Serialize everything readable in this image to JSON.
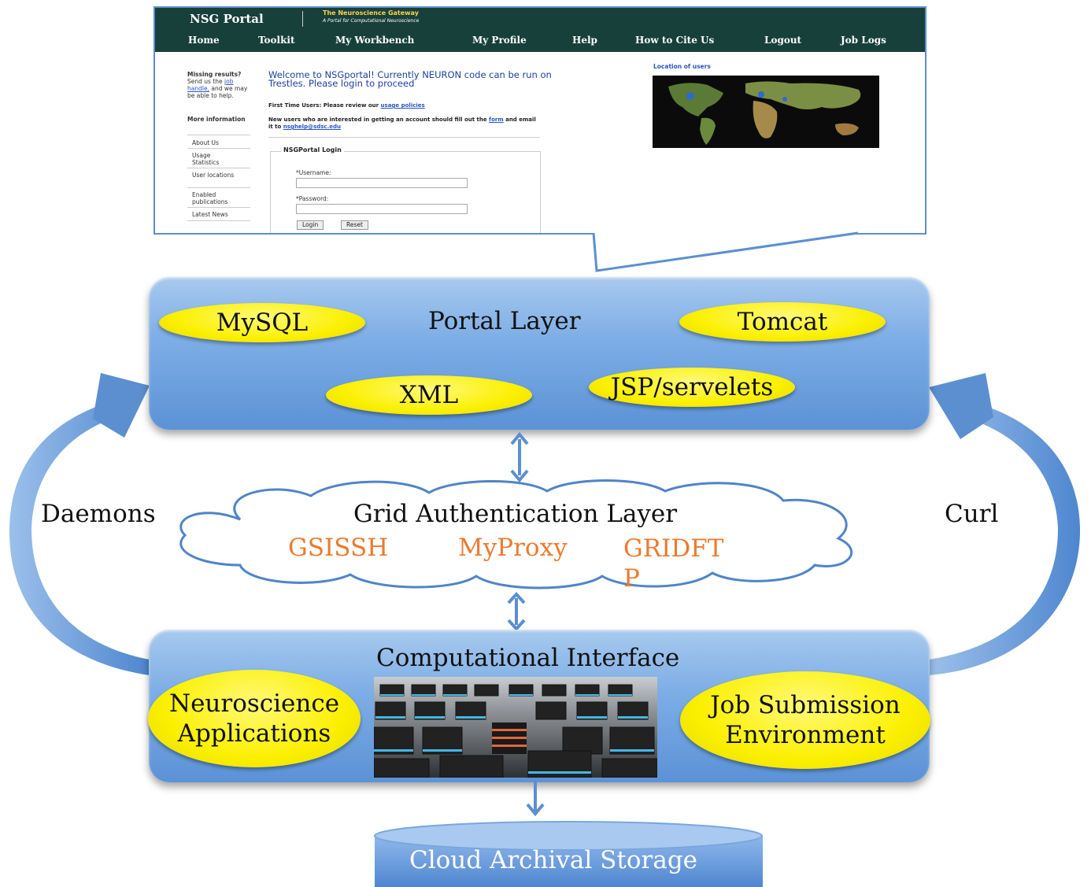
{
  "portal": {
    "brand": "NSG Portal",
    "tagline": "The Neuroscience Gateway",
    "tagline_sub": "A Portal for Computational Neuroscience",
    "nav": [
      "Home",
      "Toolkit",
      "My Workbench",
      "My Profile",
      "Help",
      "How to Cite Us",
      "Logout",
      "Job Logs"
    ],
    "sidebar": {
      "missing_title": "Missing results?",
      "missing_text1": "Send us the",
      "missing_link": "job handle,",
      "missing_text2": "and we may be able to help.",
      "more_title": "More information",
      "links": [
        "About Us",
        "Usage Statistics",
        "User locations",
        "Enabled publications",
        "Latest News"
      ]
    },
    "welcome": "Welcome to NSGportal! Currently NEURON code can be run on Trestles. Please login to proceed",
    "first_time_prefix": "First Time Users: Please review our",
    "first_time_link": "usage policies",
    "new_users_text1": "New users who are interested in getting an account should fill out the",
    "new_users_link1": "form",
    "new_users_text2": "and email it to",
    "new_users_email": "nsghelp@sdsc.edu",
    "login_title": "NSGPortal Login",
    "username_label": "*Username:",
    "password_label": "*Password:",
    "login_button": "Login",
    "reset_button": "Reset",
    "map_title": "Location of users"
  },
  "diagram": {
    "portal_layer": {
      "title": "Portal Layer",
      "components": [
        "MySQL",
        "Tomcat",
        "XML",
        "JSP/servelets"
      ]
    },
    "grid_layer": {
      "title": "Grid Authentication Layer",
      "components": [
        "GSISSH",
        "MyProxy",
        "GRIDFTP"
      ]
    },
    "compute_layer": {
      "title": "Computational Interface",
      "left": "Neuroscience Applications",
      "right": "Job Submission Environment"
    },
    "storage": "Cloud Archival Storage",
    "left_arrow_label": "Daemons",
    "right_arrow_label": "Curl"
  },
  "colors": {
    "portal_header": "#17403a",
    "layer_blue": "#7eaee6",
    "ellipse_yellow": "#fbf000",
    "orange_text": "#ec7a2e",
    "arrow_blue": "#5b8fd0"
  }
}
